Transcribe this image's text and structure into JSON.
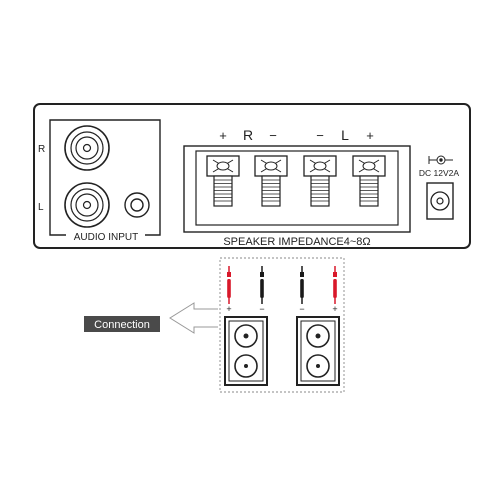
{
  "panel": {
    "input_labels": {
      "right": "R",
      "left": "L"
    },
    "audio_input_label": "AUDIO INPUT",
    "speaker_polarity": [
      "+",
      "R",
      "−",
      "−",
      "L",
      "+"
    ],
    "impedance_label": "SPEAKER IMPEDANCE4~8Ω",
    "power": {
      "symbol": "⊖-◯-⊕",
      "label": "DC 12V2A"
    }
  },
  "connection": {
    "callout_label": "Connection",
    "wire_signs": [
      "+",
      "−",
      "−",
      "+"
    ]
  },
  "colors": {
    "positive_wire": "#d9182a",
    "negative_wire": "#1a1a1a",
    "callout_bg": "#4a4a4a",
    "outline": "#222222"
  }
}
